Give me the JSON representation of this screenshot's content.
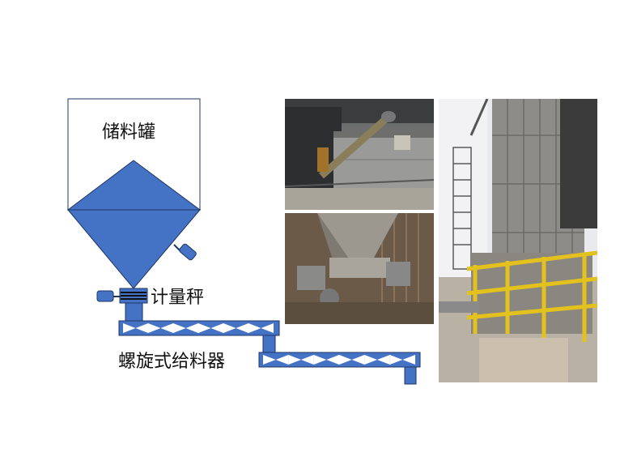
{
  "labels": {
    "storage_tank": "储料罐",
    "weighing_scale": "计量秤",
    "screw_feeder": "螺旋式给料器"
  },
  "colors": {
    "equipment_blue": "#4472c4",
    "outline_dark": "#1f3763",
    "railing_yellow": "#e3c21d"
  },
  "photos": [
    {
      "name": "photo-feeder-installation",
      "description_icon": "industrial-conveyor-photo"
    },
    {
      "name": "photo-screw-feeder-close",
      "description_icon": "screw-feeder-photo"
    },
    {
      "name": "photo-silo-structure",
      "description_icon": "silo-photo"
    }
  ]
}
